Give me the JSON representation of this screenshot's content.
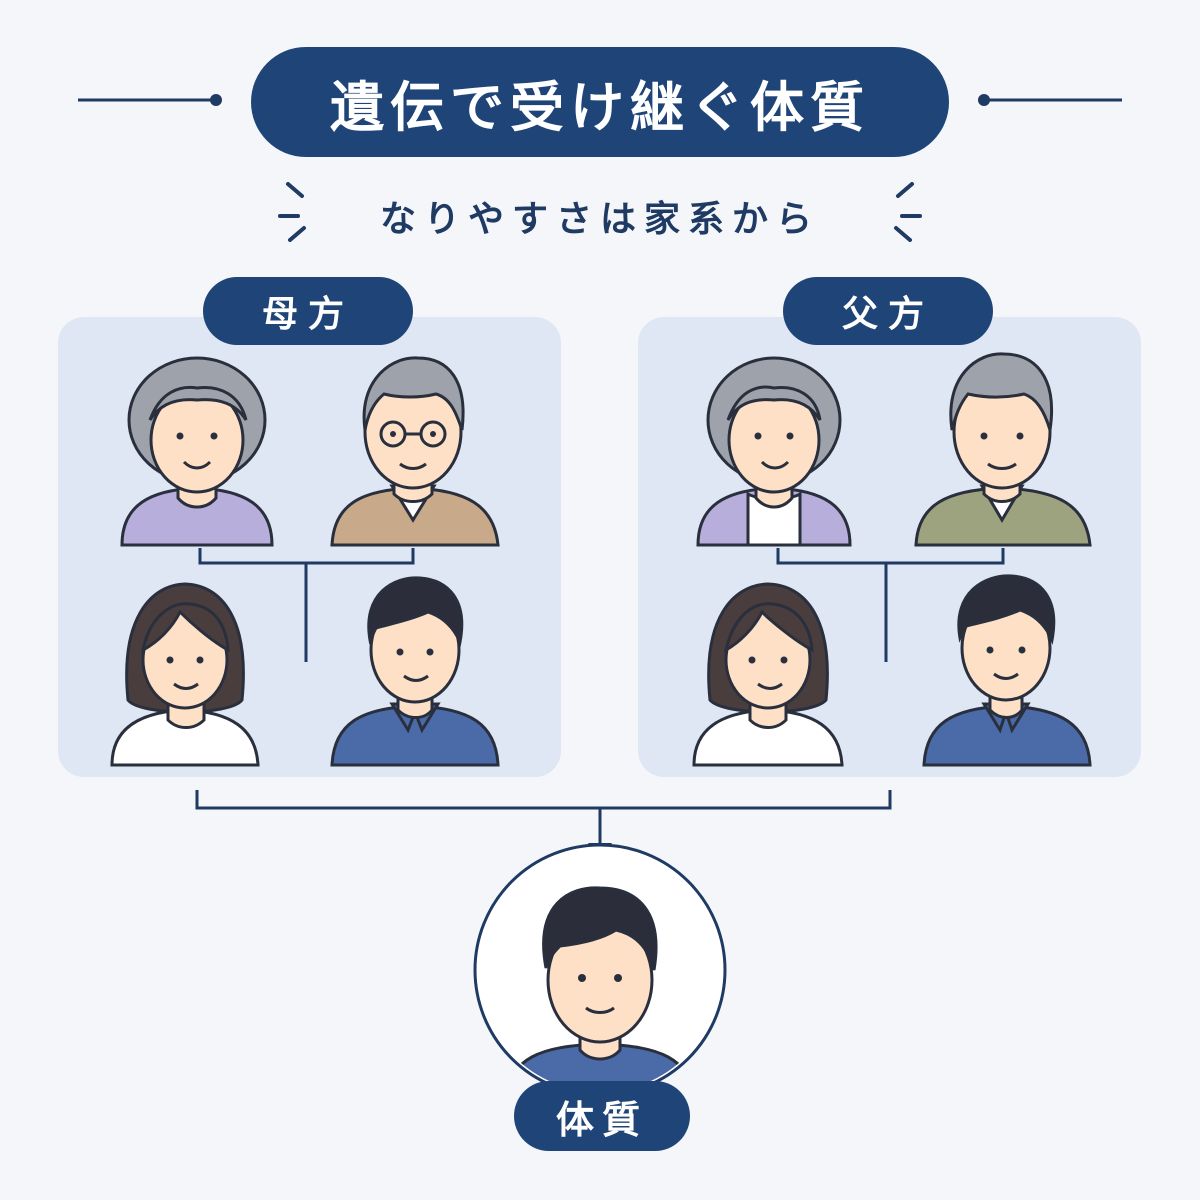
{
  "title": "遺伝で受け継ぐ体質",
  "subtitle": "なりやすさは家系から",
  "groups": {
    "maternal": {
      "label": "母方"
    },
    "paternal": {
      "label": "父方"
    }
  },
  "result": {
    "label": "体質"
  },
  "colors": {
    "navy": "#1f4477",
    "panel": "#dfe7f4",
    "background": "#f4f6fa",
    "line": "#1f3a63",
    "skin": "#fde0c6",
    "gray_hair": "#9ea3ab",
    "dark_hair": "#2b2e3a",
    "brown_hair": "#4a3d3d",
    "purple_shirt": "#b8aedb",
    "tan_sweater": "#c8aa8a",
    "olive_sweater": "#9da37f",
    "blue_shirt": "#4a6aa8"
  }
}
